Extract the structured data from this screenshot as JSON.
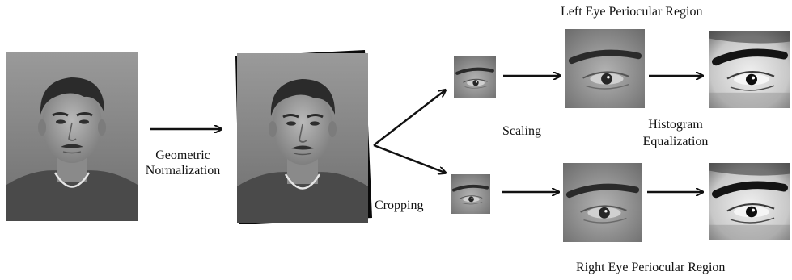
{
  "labels": {
    "geometric_line1": "Geometric",
    "geometric_line2": "Normalization",
    "cropping": "Cropping",
    "scaling": "Scaling",
    "histogram_line1": "Histogram",
    "histogram_line2": "Equalization",
    "left_region": "Left Eye Periocular Region",
    "right_region": "Right Eye Periocular Region"
  },
  "images": {
    "original_face": "face-photo",
    "normalized_face": "rotated-face-photo",
    "left_eye_crop": "left-eye-crop",
    "right_eye_crop": "right-eye-crop",
    "left_eye_scaled": "left-eye-scaled",
    "right_eye_scaled": "right-eye-scaled",
    "left_eye_equalized": "left-eye-equalized",
    "right_eye_equalized": "right-eye-equalized"
  },
  "colors": {
    "ink": "#111111",
    "background": "#ffffff"
  }
}
